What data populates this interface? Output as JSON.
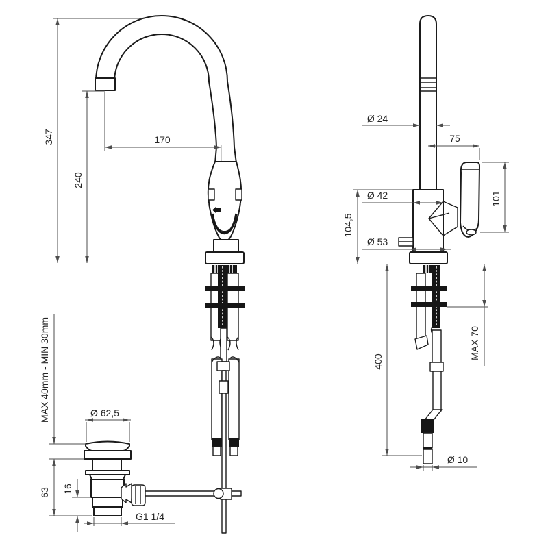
{
  "page": {
    "background": "#ffffff",
    "outline_color": "#1b1b1b",
    "dimension_line_color": "#4d4d4d",
    "text_color": "#262626"
  },
  "views": {
    "front": {
      "dimensions": {
        "total_height": "347",
        "spout_outlet_height": "240",
        "spout_reach": "170"
      },
      "drain": {
        "mounting_thickness_range": "MAX 40mm - MIN 30mm",
        "flange_diameter": "Ø 62,5",
        "drain_body_height": "63",
        "tailpiece_length": "16",
        "thread_size": "G1 1/4"
      }
    },
    "side": {
      "dimensions": {
        "spout_diameter": "Ø 24",
        "handle_reach": "75",
        "body_diameter": "Ø 42",
        "handle_height": "101",
        "body_height": "104,5",
        "base_diameter": "Ø 53",
        "hose_length": "400",
        "max_fastening_depth": "MAX 70",
        "rod_diameter": "Ø 10"
      }
    }
  },
  "icons": {
    "brand_mark": "arrow-left-logo"
  }
}
